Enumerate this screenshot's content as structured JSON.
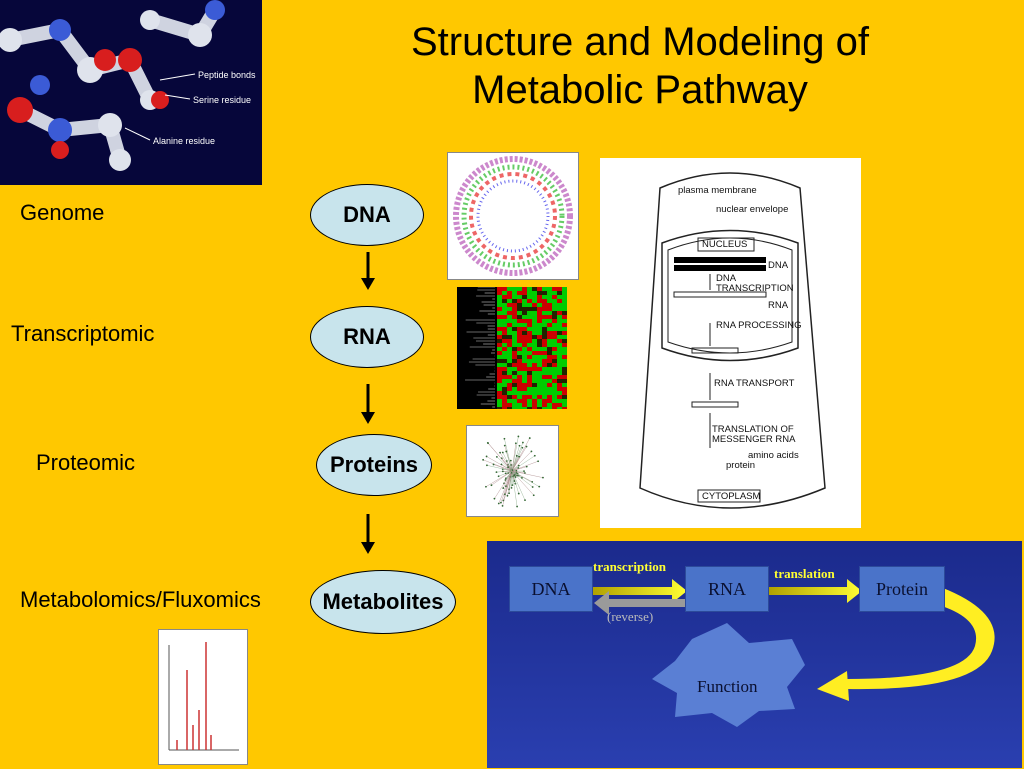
{
  "title_line1": "Structure and Modeling of",
  "title_line2": "Metabolic Pathway",
  "omics": {
    "genome": "Genome",
    "transcriptomic": "Transcriptomic",
    "proteomic": "Proteomic",
    "metabolomics": "Metabolomics/Fluxomics"
  },
  "molecules": [
    "DNA",
    "RNA",
    "Proteins",
    "Metabolites"
  ],
  "molecule_image": {
    "labels": [
      "Peptide bonds",
      "Serine residue",
      "Alanine residue"
    ]
  },
  "cell_diagram": {
    "plasma_membrane": "plasma membrane",
    "nuclear_envelope": "nuclear envelope",
    "nucleus": "NUCLEUS",
    "dna": "DNA",
    "dna_transcription_1": "DNA",
    "dna_transcription_2": "TRANSCRIPTION",
    "rna": "RNA",
    "rna_processing": "RNA PROCESSING",
    "rna_transport": "RNA TRANSPORT",
    "translation_1": "TRANSLATION OF",
    "translation_2": "MESSENGER RNA",
    "amino_acids": "amino acids",
    "protein": "protein",
    "cytoplasm": "CYTOPLASM"
  },
  "flow": {
    "dna": "DNA",
    "rna": "RNA",
    "protein": "Protein",
    "function": "Function",
    "transcription": "transcription",
    "translation": "translation",
    "reverse": "(reverse)"
  },
  "colors": {
    "background": "#FFC800",
    "ellipse_fill": "#C8E4EC",
    "flow_bg": "#1b2a8c",
    "flow_box": "#4a73c9",
    "arrow_yellow": "#ffff33"
  }
}
